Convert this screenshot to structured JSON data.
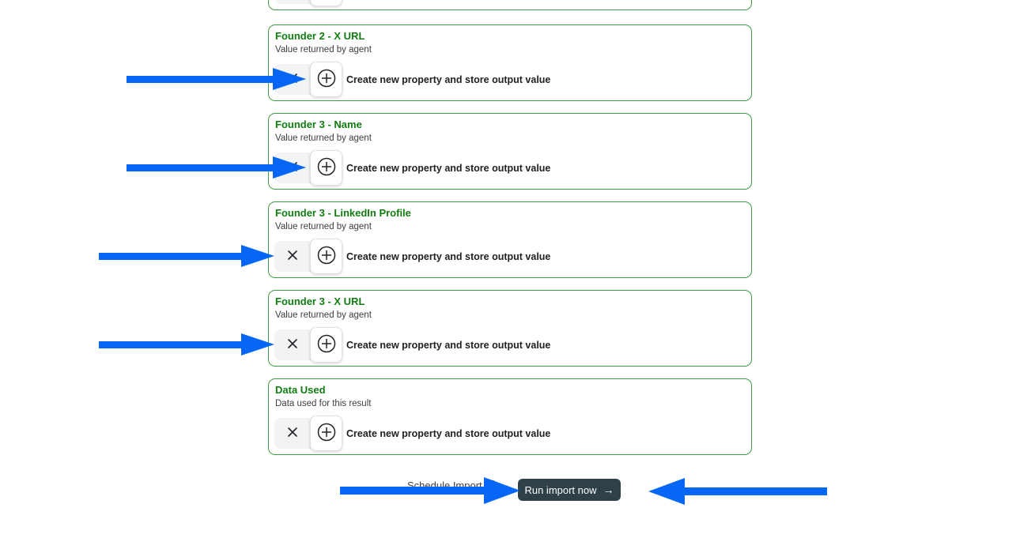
{
  "colors": {
    "card_border_green": "#3f9b43",
    "card_title_green": "#107c10",
    "annotation_arrow_blue": "#0666f5",
    "run_button_bg": "#2e4149",
    "run_button_text": "#ffffff",
    "segment_track_bg": "#f1f3f4",
    "label_text": "#202124",
    "secondary_text": "#3c4043",
    "page_bg": "#ffffff"
  },
  "cards": [
    {
      "title": "Founder 2 - X URL",
      "subtitle": "Value returned by agent",
      "action_label": "Create new property and store output value",
      "discard_icon": "close-icon",
      "create_icon": "plus-circle-icon"
    },
    {
      "title": "Founder 3 - Name",
      "subtitle": "Value returned by agent",
      "action_label": "Create new property and store output value",
      "discard_icon": "close-icon",
      "create_icon": "plus-circle-icon"
    },
    {
      "title": "Founder 3 - LinkedIn Profile",
      "subtitle": "Value returned by agent",
      "action_label": "Create new property and store output value",
      "discard_icon": "close-icon",
      "create_icon": "plus-circle-icon"
    },
    {
      "title": "Founder 3 - X URL",
      "subtitle": "Value returned by agent",
      "action_label": "Create new property and store output value",
      "discard_icon": "close-icon",
      "create_icon": "plus-circle-icon"
    },
    {
      "title": "Data Used",
      "subtitle": "Data used for this result",
      "action_label": "Create new property and store output value",
      "discard_icon": "close-icon",
      "create_icon": "plus-circle-icon"
    }
  ],
  "footer": {
    "schedule_label": "Schedule Import",
    "schedule_icon": "clock-icon",
    "run_button_label": "Run import now",
    "run_button_arrow": "→"
  },
  "annotations": {
    "arrows": [
      {
        "direction": "right",
        "target": "Founder 2 - X URL property toggle"
      },
      {
        "direction": "right",
        "target": "Founder 3 - Name property toggle"
      },
      {
        "direction": "right",
        "target": "Founder 3 - LinkedIn Profile property toggle"
      },
      {
        "direction": "right",
        "target": "Founder 3 - X URL property toggle"
      },
      {
        "direction": "right",
        "target": "Run import now button"
      },
      {
        "direction": "left",
        "target": "Run import now button"
      }
    ]
  }
}
